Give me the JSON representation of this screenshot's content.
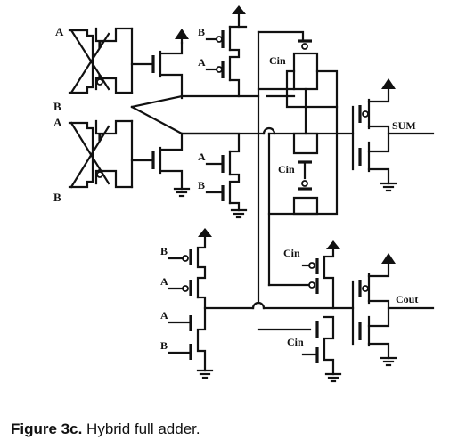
{
  "figure": {
    "caption_label": "Figure 3c.",
    "caption_text": " Hybrid full adder."
  },
  "schematic": {
    "signals": {
      "a": "A",
      "b": "B",
      "cin": "Cin",
      "sum": "SUM",
      "cout": "Cout"
    }
  }
}
